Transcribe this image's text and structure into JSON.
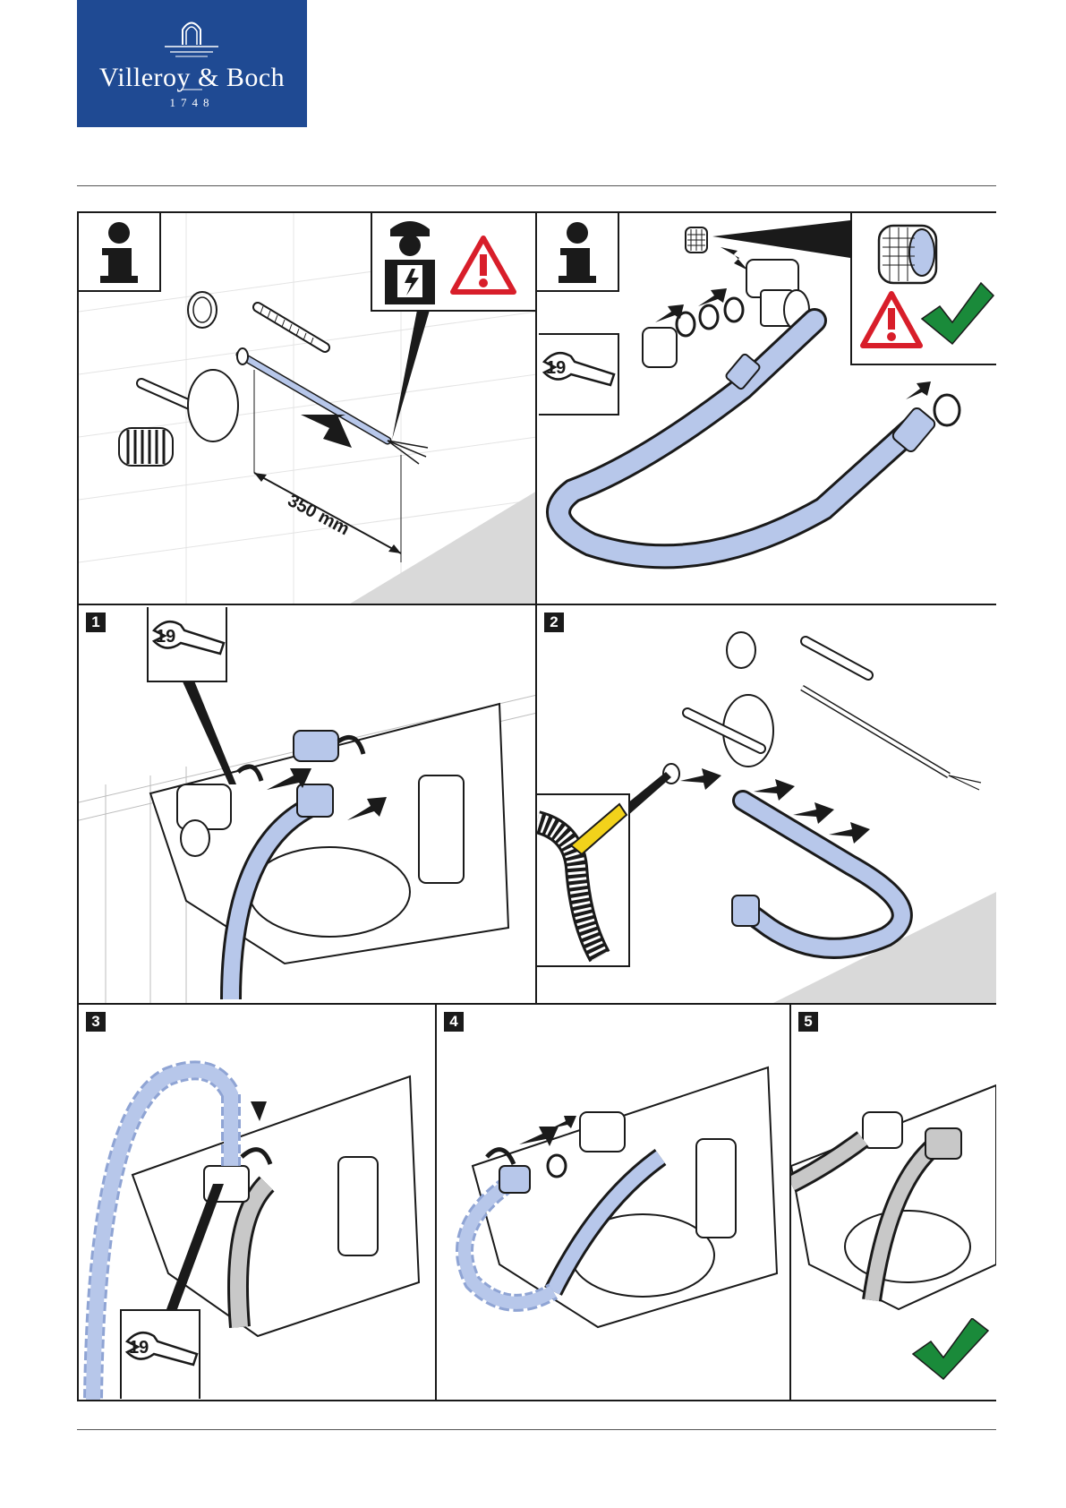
{
  "header": {
    "brand_name": "Villeroy & Boch",
    "brand_year": "1748",
    "brand_color": "#1f4a93"
  },
  "colors": {
    "hose": "#b7c7ea",
    "hose_outline": "#1a1a1a",
    "warning_red": "#d81e2a",
    "check_green": "#1a8a3a",
    "screwdriver_yellow": "#f2d21b",
    "floor_gray": "#d9d9d9"
  },
  "panels": {
    "info_a": {
      "icon": "info-icon",
      "warning_icon": "warning-triangle-icon",
      "electrician_icon": "electrician-icon",
      "dimension_label": "350 mm"
    },
    "info_b": {
      "icon": "info-icon",
      "warning_icon": "warning-triangle-icon",
      "check_icon": "checkmark-icon",
      "wrench_size": "19"
    },
    "step_1": {
      "number": "1",
      "wrench_size": "19"
    },
    "step_2": {
      "number": "2"
    },
    "step_3": {
      "number": "3",
      "wrench_size": "19"
    },
    "step_4": {
      "number": "4"
    },
    "step_5": {
      "number": "5",
      "check_icon": "checkmark-icon"
    }
  }
}
